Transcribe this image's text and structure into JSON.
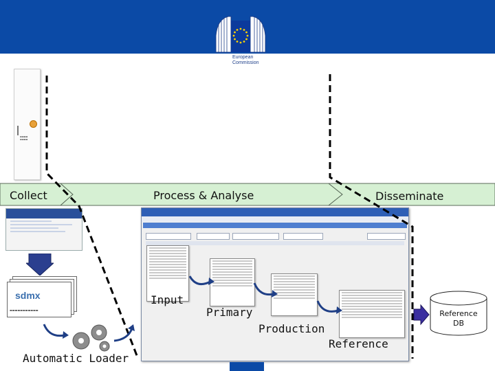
{
  "header": {
    "logo_line1": "European",
    "logo_line2": "Commission"
  },
  "stages": {
    "collect": "Collect",
    "process": "Process & Analyse",
    "disseminate": "Disseminate"
  },
  "steps": {
    "input": "Input",
    "primary": "Primary",
    "production": "Production",
    "reference": "Reference",
    "automatic_loader": "Automatic Loader"
  },
  "reference_db": {
    "line1": "Reference",
    "line2": "DB"
  },
  "sdmx": {
    "logo": "sdmx"
  },
  "colors": {
    "header_blue": "#0b4aa6",
    "process_bar_fill": "#d6f0d3",
    "arrow_blue": "#1f3f86",
    "db_purple": "#3b2fa0"
  },
  "icons": {
    "flag": "eu-flag-icon",
    "arrows": "curved-arrow-icon",
    "gears": "gears-icon",
    "database": "database-cylinder-icon"
  }
}
